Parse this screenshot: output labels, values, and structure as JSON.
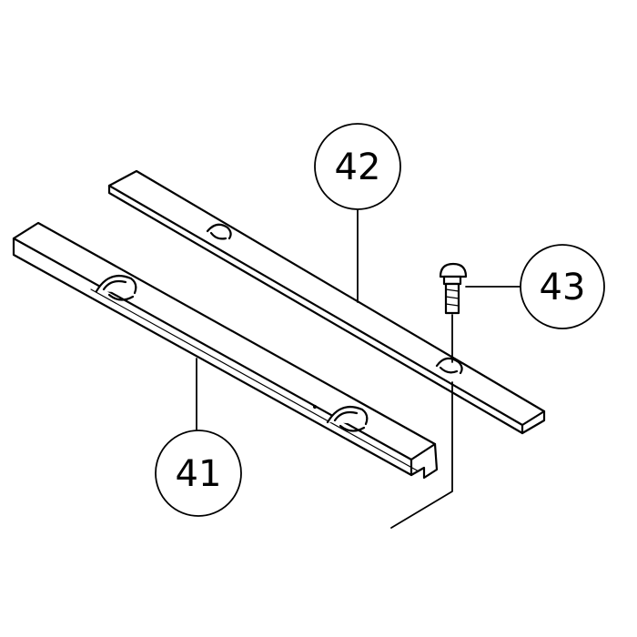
{
  "diagram": {
    "callouts": [
      {
        "id": "41",
        "label": "41"
      },
      {
        "id": "42",
        "label": "42"
      },
      {
        "id": "43",
        "label": "43"
      }
    ],
    "colors": {
      "line": "#000000",
      "background": "#ffffff"
    }
  }
}
